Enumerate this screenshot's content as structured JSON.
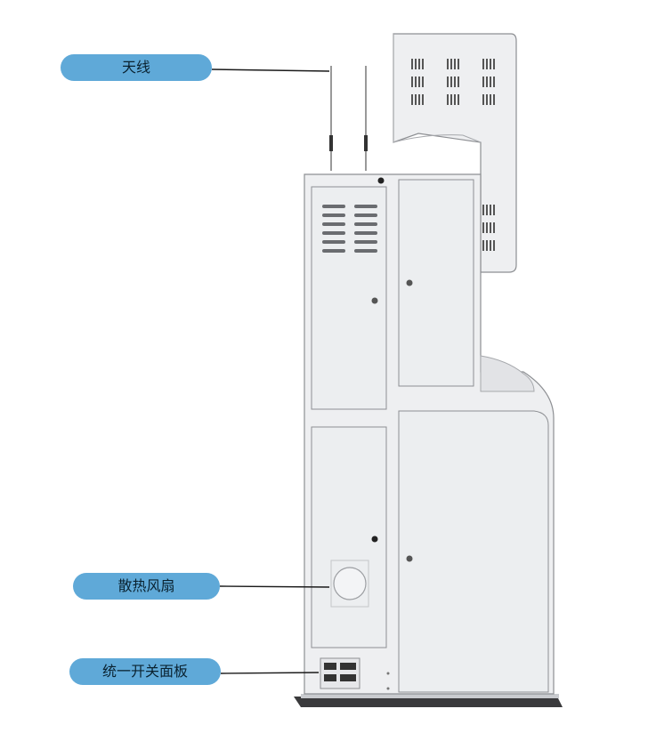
{
  "callouts": {
    "antenna": "天线",
    "cooling_fan": "散热风扇",
    "power_panel": "统一开关面板"
  },
  "colors": {
    "callout_fill": "#5fa9d8",
    "callout_text": "#0a2230",
    "cabinet_fill": "#eeeff1",
    "cabinet_stroke": "#8d8f93",
    "base_fill": "#3a3a3c",
    "leader_line": "#1a1a1a"
  }
}
